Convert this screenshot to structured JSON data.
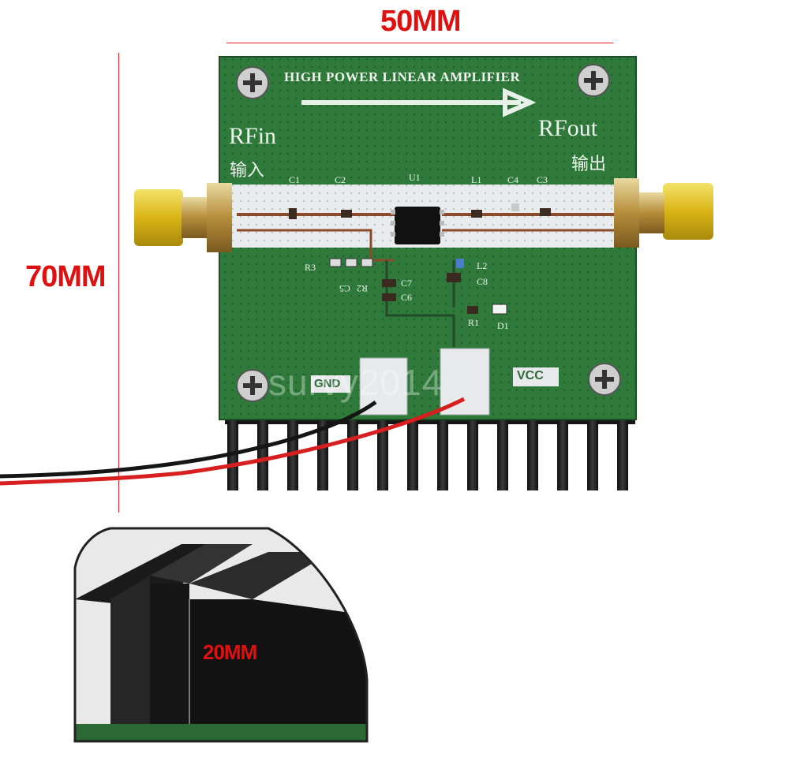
{
  "dimensions": {
    "width_label": "50MM",
    "height_label": "70MM",
    "heatsink_height_label": "20MM"
  },
  "board": {
    "title": "HIGH POWER LINEAR AMPLIFIER",
    "rf_in_label": "RFin",
    "rf_in_cn": "输入",
    "rf_out_label": "RFout",
    "rf_out_cn": "输出",
    "gnd_label": "GND",
    "vcc_label": "VCC",
    "components": {
      "c1": "C1",
      "c2": "C2",
      "u1": "U1",
      "l1": "L1",
      "c4": "C4",
      "c3": "C3",
      "r3": "R3",
      "c5": "C5",
      "r2": "R2",
      "c7": "C7",
      "c6": "C6",
      "l2": "L2",
      "c8": "C8",
      "r1": "R1",
      "d1": "D1"
    }
  },
  "watermark": "survy2014",
  "colors": {
    "pcb_green": "#2f7a3a",
    "heatsink_black": "#1b1b1b",
    "dimension_red": "#e01010",
    "sma_gold": "#e2c21a",
    "wire_red": "#d81f1f"
  }
}
